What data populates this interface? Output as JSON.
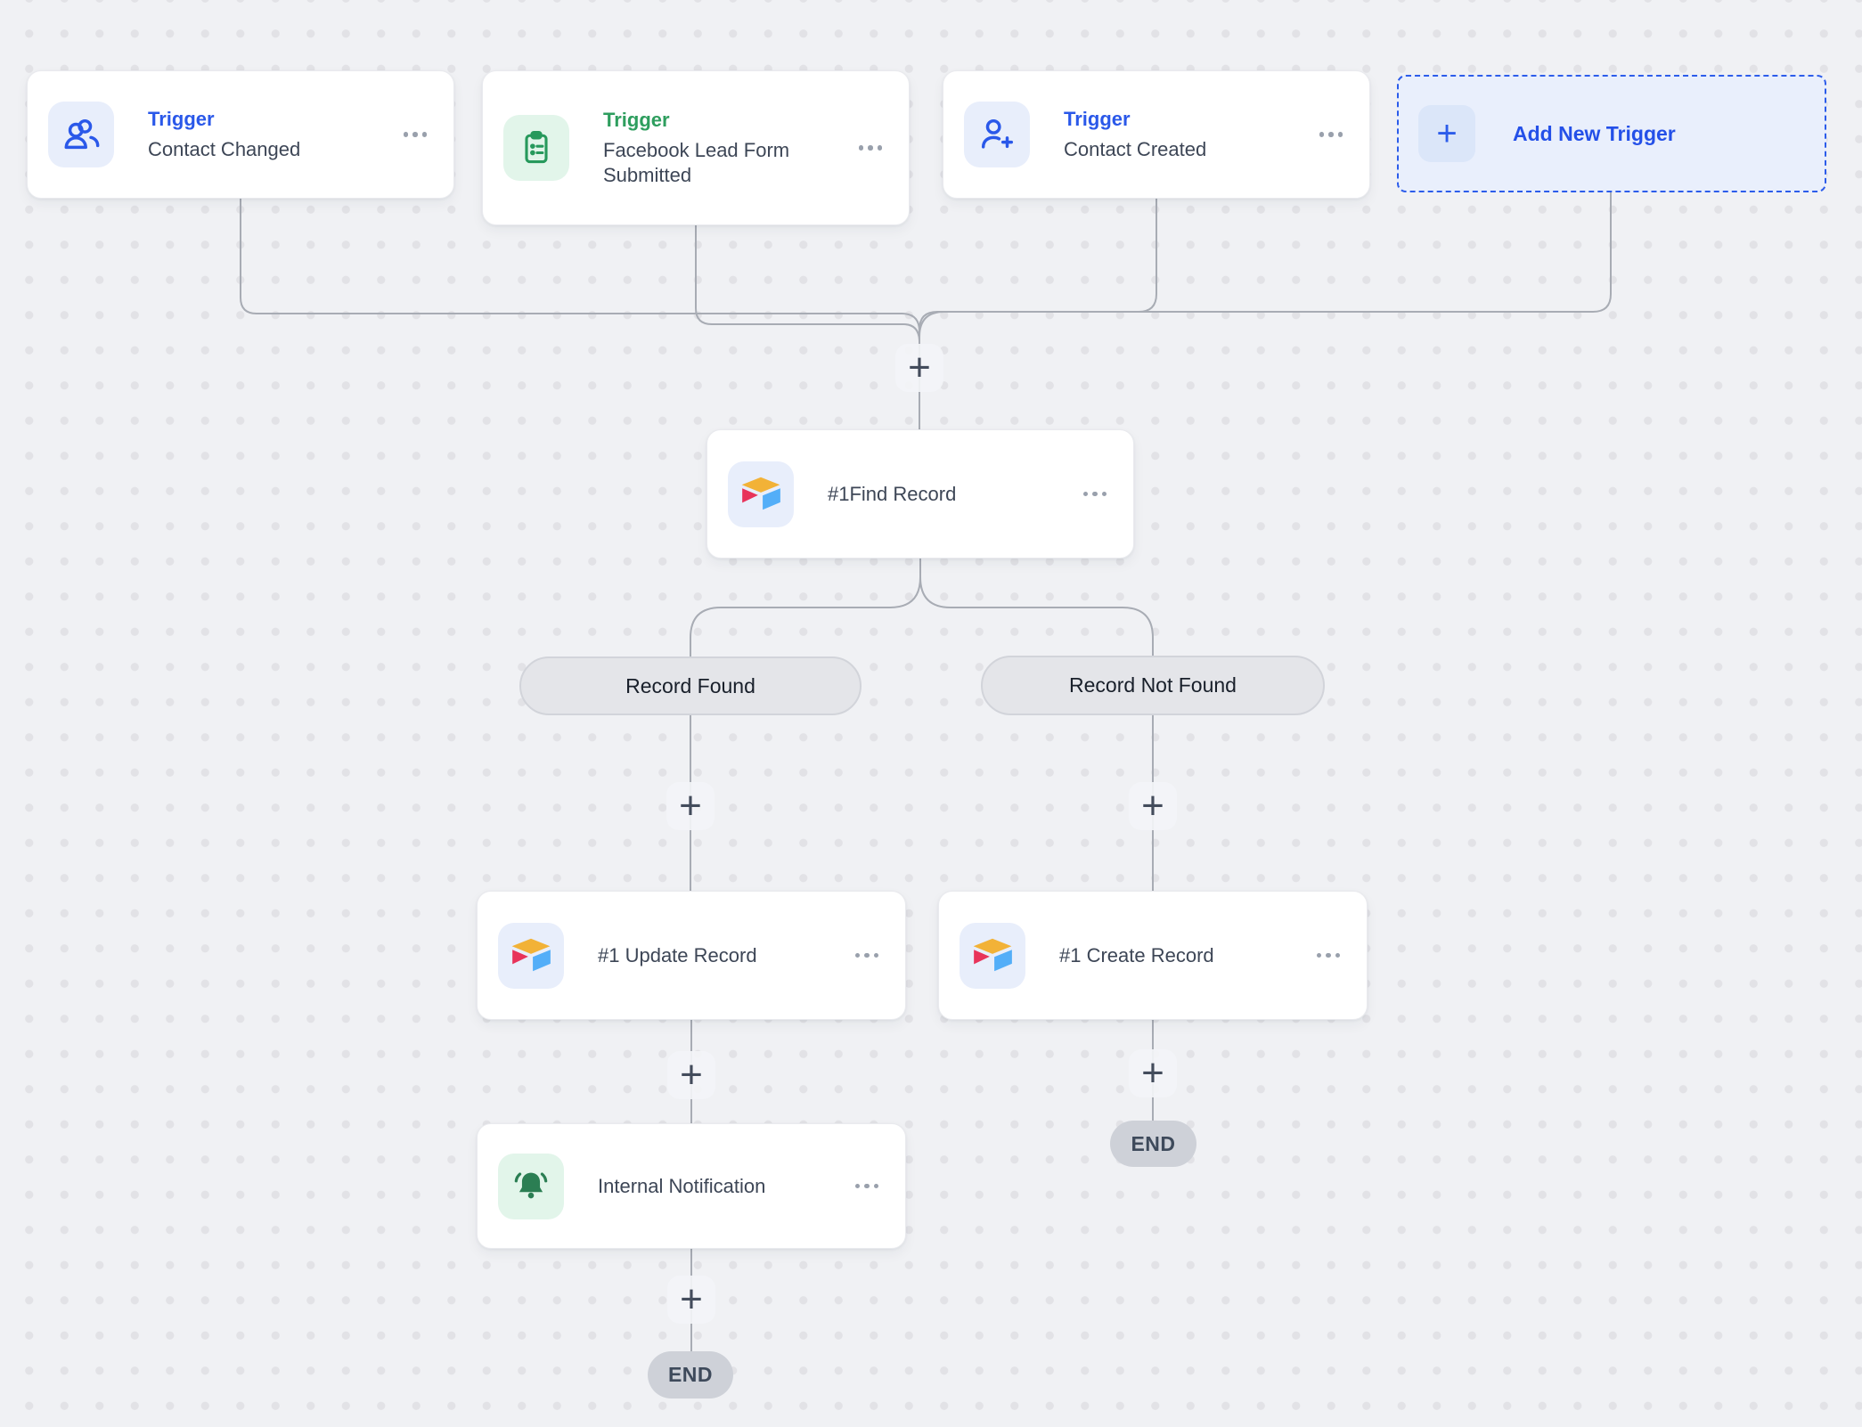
{
  "triggers": [
    {
      "label": "Trigger",
      "title": "Contact Changed",
      "icon": "contacts-icon",
      "accent": "#2a58e9"
    },
    {
      "label": "Trigger",
      "title": "Facebook Lead Form Submitted",
      "icon": "clipboard-list-icon",
      "accent": "#2e9e5e"
    },
    {
      "label": "Trigger",
      "title": "Contact Created",
      "icon": "person-add-icon",
      "accent": "#2a58e9"
    }
  ],
  "add_trigger": {
    "label": "Add New Trigger",
    "icon": "plus-icon",
    "plus_glyph": "+"
  },
  "action_nodes": [
    {
      "title": "#1Find Record",
      "icon": "airtable-icon"
    },
    {
      "title": "#1 Update Record",
      "icon": "airtable-icon"
    },
    {
      "title": "#1 Create Record",
      "icon": "airtable-icon"
    },
    {
      "title": "Internal Notification",
      "icon": "bell-icon"
    }
  ],
  "branch_labels": {
    "found": "Record Found",
    "not_found": "Record Not Found"
  },
  "end_label": "END",
  "plus_glyph": "+",
  "colors": {
    "background": "#f0f1f4",
    "dot_grid": "#e2e2e6",
    "connector": "#a8acb4",
    "trigger_blue": "#2a58e9",
    "trigger_green": "#2e9e5e",
    "node_title_text": "#3d4656",
    "branch_pill_bg": "#e4e5e9",
    "end_pill_bg": "#ced1d8",
    "airtable_yellow": "#f2b237",
    "airtable_red": "#e8335a",
    "airtable_blue": "#53aef8",
    "bell_green": "#2b7e53"
  }
}
